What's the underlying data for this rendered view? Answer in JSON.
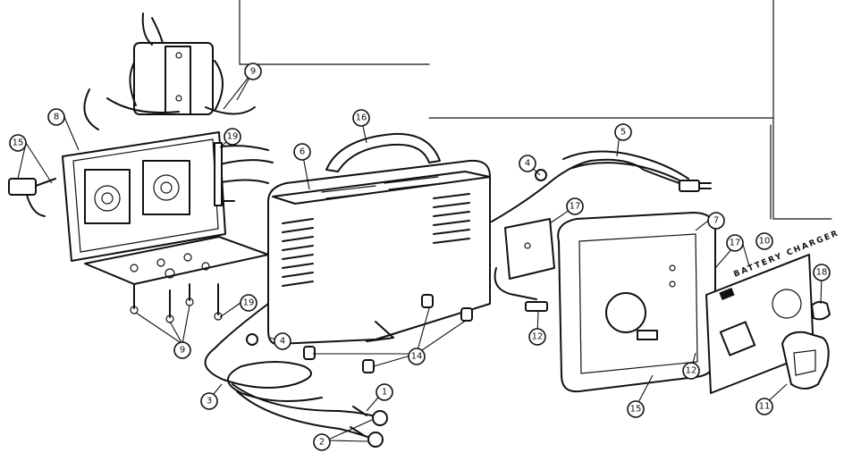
{
  "diagram": {
    "callouts": {
      "c1": "1",
      "c2": "2",
      "c3": "3",
      "c4a": "4",
      "c4b": "4",
      "c5": "5",
      "c6": "6",
      "c7": "7",
      "c8": "8",
      "c9a": "9",
      "c9b": "9",
      "c10": "10",
      "c11": "11",
      "c12a": "12",
      "c12b": "12",
      "c14": "14",
      "c15a": "15",
      "c15b": "15",
      "c16": "16",
      "c17a": "17",
      "c17b": "17",
      "c18": "18",
      "c19a": "19",
      "c19b": "19"
    },
    "panel_label": "BATTERY CHARGER"
  }
}
